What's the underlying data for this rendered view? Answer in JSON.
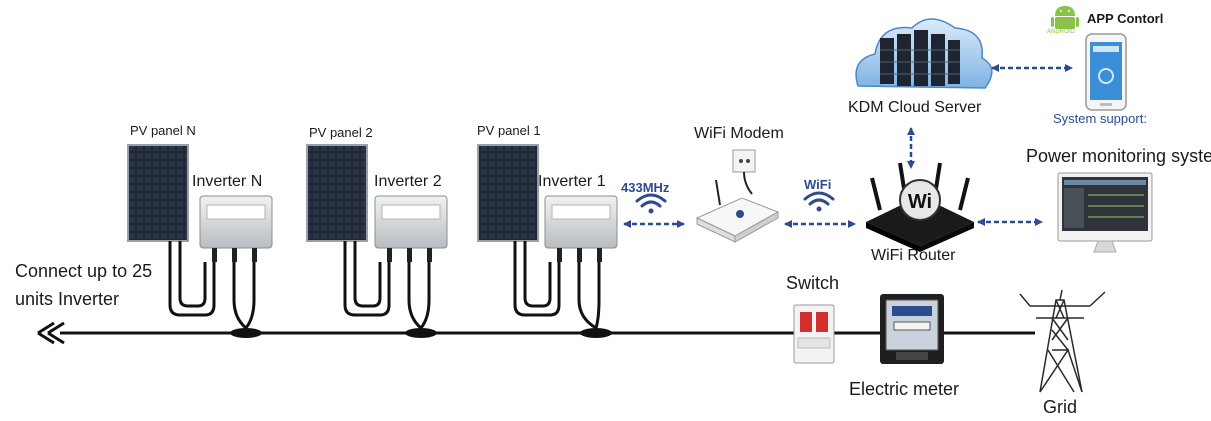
{
  "labels": {
    "pv_panel_n": "PV panel N",
    "pv_panel_2": "PV panel 2",
    "pv_panel_1": "PV panel 1",
    "inverter_n": "Inverter N",
    "inverter_2": "Inverter 2",
    "inverter_1": "Inverter 1",
    "connect_line1": "Connect up to 25",
    "connect_line2": "units Inverter",
    "freq_433": "433MHz",
    "wifi_modem": "WiFi Modem",
    "wifi": "WiFi",
    "wifi_router": "WiFi Router",
    "kdm_cloud": "KDM Cloud Server",
    "app_control": "APP Contorl",
    "android_text": "ANDROID",
    "system_support": "System support:",
    "power_monitoring": "Power monitoring system",
    "switch": "Switch",
    "electric_meter": "Electric meter",
    "grid": "Grid"
  },
  "colors": {
    "accent_blue": "#2e4b8f",
    "android_green": "#8bc34a",
    "panel_dark": "#1c2330",
    "cloud_blue": "#4b88c9"
  }
}
